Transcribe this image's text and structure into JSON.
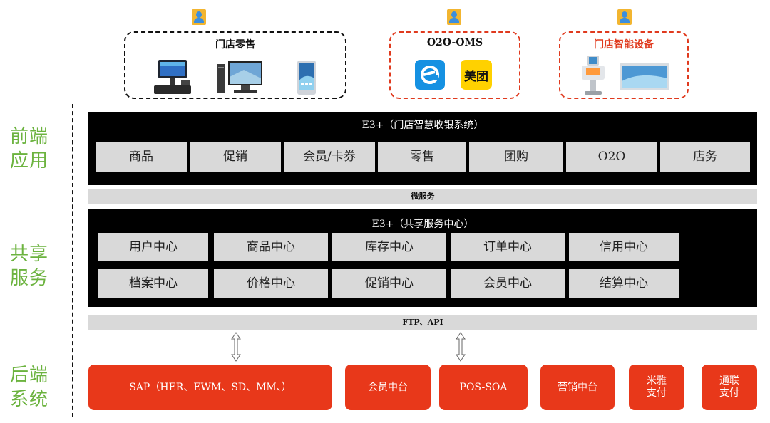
{
  "top_groups": [
    {
      "title": "门店零售"
    },
    {
      "title": "O2O-OMS",
      "apps": [
        "美团"
      ]
    },
    {
      "title": "门店智能设备"
    }
  ],
  "layers": {
    "front": "前端\n应用",
    "shared": "共享\n服务",
    "back": "后端\n系统"
  },
  "front_panel": {
    "title": "E3+（门店智慧收银系统）",
    "cells": [
      "商品",
      "促销",
      "会员/卡券",
      "零售",
      "团购",
      "O2O",
      "店务"
    ]
  },
  "microservice_bar": "微服务",
  "shared_panel": {
    "title": "E3+（共享服务中心）",
    "row1": [
      "用户中心",
      "商品中心",
      "库存中心",
      "订单中心",
      "信用中心"
    ],
    "row2": [
      "档案中心",
      "价格中心",
      "促销中心",
      "会员中心",
      "结算中心"
    ]
  },
  "ftp_bar": "FTP、API",
  "backend": [
    "SAP（HER、EWM、SD、MM、）",
    "会员中台",
    "POS-SOA",
    "营销中台",
    "米雅\n支付",
    "通联\n支付"
  ],
  "colors": {
    "label_green": "#6cb33f",
    "accent_red": "#e8381a",
    "panel_black": "#000000",
    "cell_gray": "#d9d9d9"
  }
}
